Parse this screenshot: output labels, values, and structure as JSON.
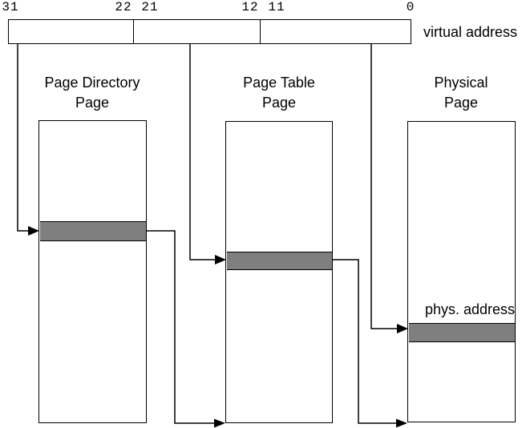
{
  "address_bar": {
    "bit_labels": [
      "31",
      "22",
      "21",
      "12",
      "11",
      "0"
    ],
    "label": "virtual address"
  },
  "pages": [
    {
      "title_lines": [
        "Page Directory",
        "Page"
      ]
    },
    {
      "title_lines": [
        "Page Table",
        "Page"
      ]
    },
    {
      "title_lines": [
        "Physical",
        "Page"
      ]
    }
  ],
  "physical_address_label": "phys. address",
  "colors": {
    "highlight_row": "#7f7f7f",
    "line": "#000000",
    "background": "#ffffff"
  }
}
